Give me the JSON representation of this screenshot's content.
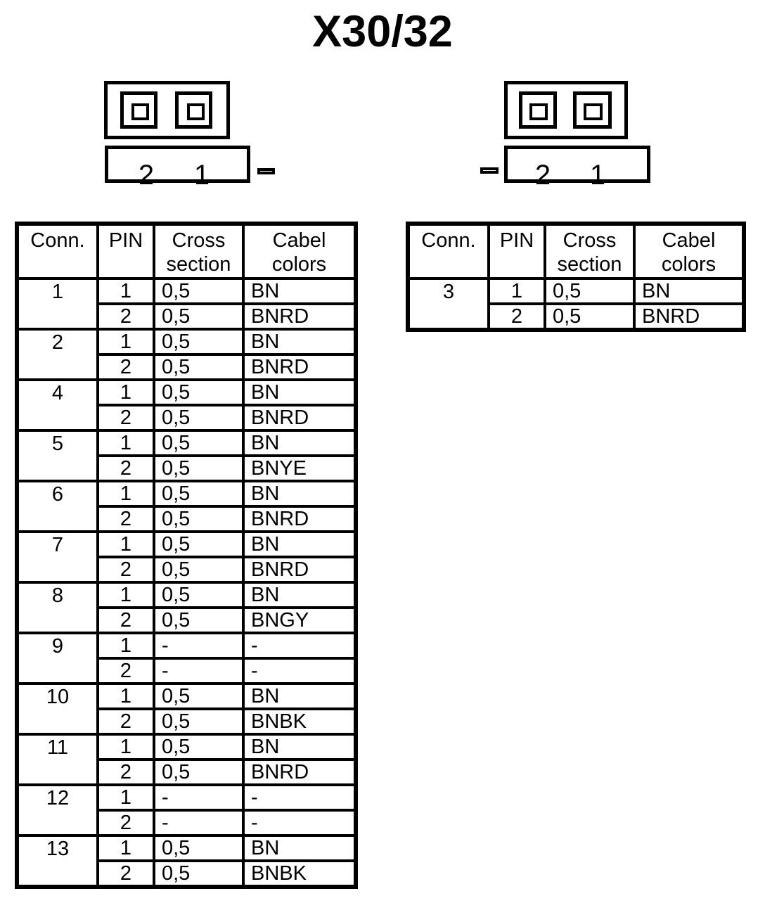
{
  "title": "X30/32",
  "colors": {
    "ink": "#000000",
    "background": "#ffffff"
  },
  "connectors": {
    "left": {
      "pin_labels": [
        "2",
        "1"
      ]
    },
    "right": {
      "pin_labels": [
        "2",
        "1"
      ]
    }
  },
  "tables": {
    "headers": [
      "Conn.",
      "PIN",
      "Cross section",
      "Cabel colors"
    ],
    "left": {
      "groups": [
        {
          "conn": "1",
          "rows": [
            [
              "1",
              "0,5",
              "BN"
            ],
            [
              "2",
              "0,5",
              "BNRD"
            ]
          ]
        },
        {
          "conn": "2",
          "rows": [
            [
              "1",
              "0,5",
              "BN"
            ],
            [
              "2",
              "0,5",
              "BNRD"
            ]
          ]
        },
        {
          "conn": "4",
          "rows": [
            [
              "1",
              "0,5",
              "BN"
            ],
            [
              "2",
              "0,5",
              "BNRD"
            ]
          ]
        },
        {
          "conn": "5",
          "rows": [
            [
              "1",
              "0,5",
              "BN"
            ],
            [
              "2",
              "0,5",
              "BNYE"
            ]
          ]
        },
        {
          "conn": "6",
          "rows": [
            [
              "1",
              "0,5",
              "BN"
            ],
            [
              "2",
              "0,5",
              "BNRD"
            ]
          ]
        },
        {
          "conn": "7",
          "rows": [
            [
              "1",
              "0,5",
              "BN"
            ],
            [
              "2",
              "0,5",
              "BNRD"
            ]
          ]
        },
        {
          "conn": "8",
          "rows": [
            [
              "1",
              "0,5",
              "BN"
            ],
            [
              "2",
              "0,5",
              "BNGY"
            ]
          ]
        },
        {
          "conn": "9",
          "rows": [
            [
              "1",
              "-",
              "-"
            ],
            [
              "2",
              "-",
              "-"
            ]
          ]
        },
        {
          "conn": "10",
          "rows": [
            [
              "1",
              "0,5",
              "BN"
            ],
            [
              "2",
              "0,5",
              "BNBK"
            ]
          ]
        },
        {
          "conn": "11",
          "rows": [
            [
              "1",
              "0,5",
              "BN"
            ],
            [
              "2",
              "0,5",
              "BNRD"
            ]
          ]
        },
        {
          "conn": "12",
          "rows": [
            [
              "1",
              "-",
              "-"
            ],
            [
              "2",
              "-",
              "-"
            ]
          ]
        },
        {
          "conn": "13",
          "rows": [
            [
              "1",
              "0,5",
              "BN"
            ],
            [
              "2",
              "0,5",
              "BNBK"
            ]
          ]
        }
      ]
    },
    "right": {
      "groups": [
        {
          "conn": "3",
          "rows": [
            [
              "1",
              "0,5",
              "BN"
            ],
            [
              "2",
              "0,5",
              "BNRD"
            ]
          ]
        }
      ]
    }
  }
}
